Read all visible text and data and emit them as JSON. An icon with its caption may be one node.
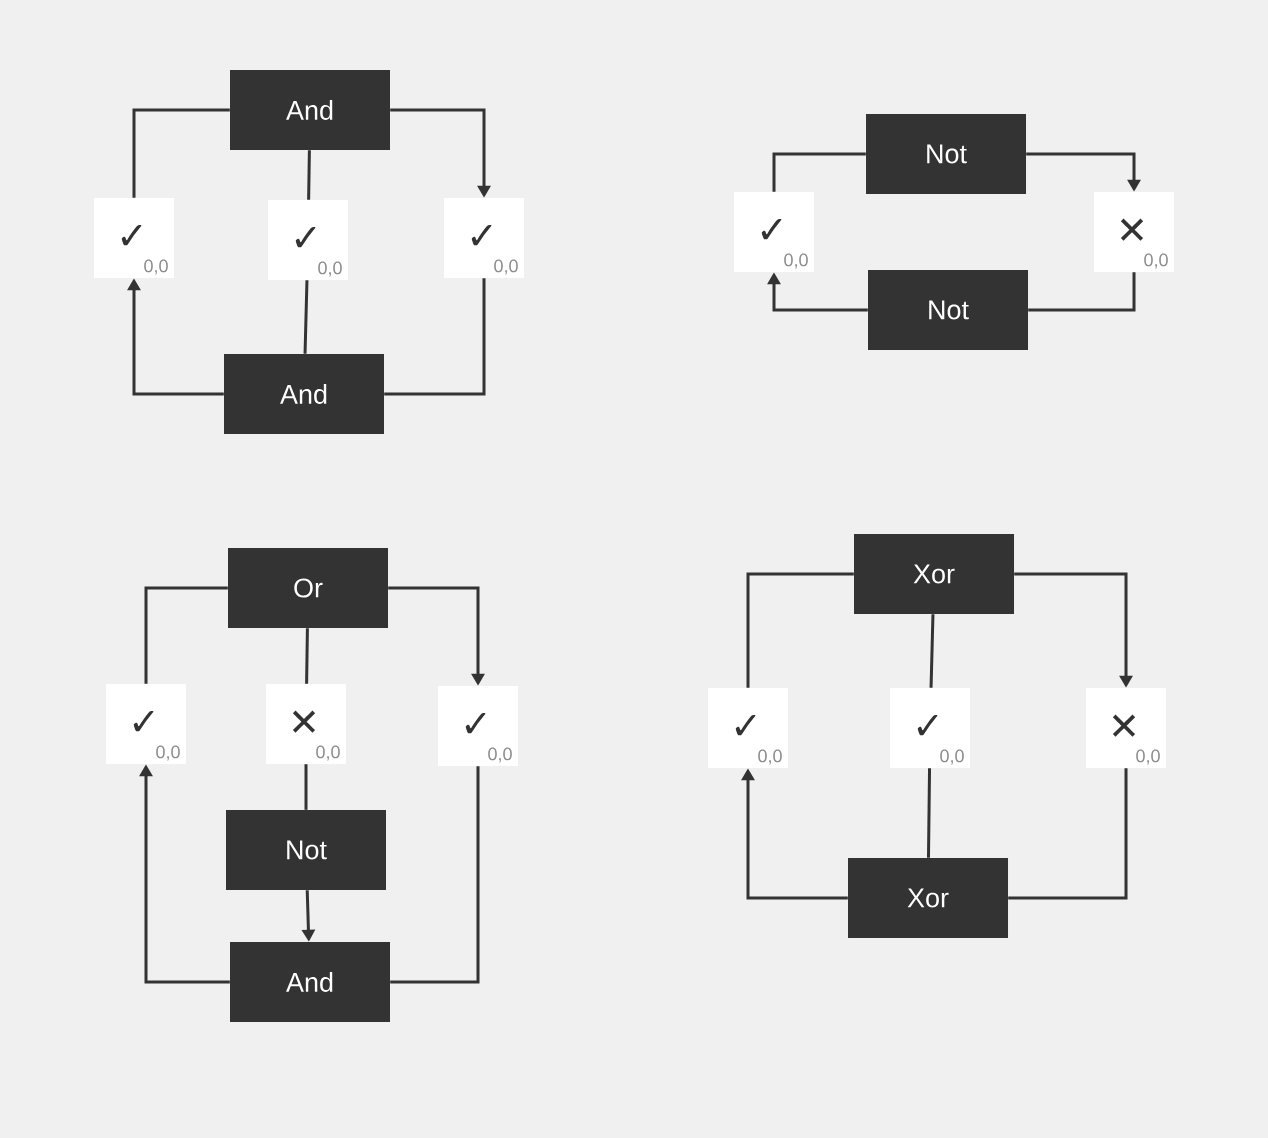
{
  "diagram": {
    "nodes": [
      {
        "text": [
          "And"
        ]
      },
      {
        "text": [
          "✓",
          "0,0"
        ]
      },
      {
        "text": [
          "✓",
          "0,0"
        ]
      },
      {
        "text": [
          "✓",
          "0,0"
        ]
      },
      {
        "text": [
          "And"
        ]
      },
      {
        "text": [
          "Not"
        ]
      },
      {
        "text": [
          "✓",
          "0,0"
        ]
      },
      {
        "text": [
          "✕",
          "0,0"
        ]
      },
      {
        "text": [
          "Not"
        ]
      },
      {
        "text": [
          "Or"
        ]
      },
      {
        "text": [
          "✓",
          "0,0"
        ]
      },
      {
        "text": [
          "✕",
          "0,0"
        ]
      },
      {
        "text": [
          "✓",
          "0,0"
        ]
      },
      {
        "text": [
          "Not"
        ]
      },
      {
        "text": [
          "And"
        ]
      },
      {
        "text": [
          "Xor"
        ]
      },
      {
        "text": [
          "✓",
          "0,0"
        ]
      },
      {
        "text": [
          "✓",
          "0,0"
        ]
      },
      {
        "text": [
          "✕",
          "0,0"
        ]
      },
      {
        "text": [
          "Xor"
        ]
      }
    ],
    "edges": [
      {
        "from": 0,
        "to": 1,
        "arrow": "none"
      },
      {
        "from": 0,
        "to": 2,
        "arrow": "none"
      },
      {
        "from": 0,
        "to": 3,
        "arrow": "to"
      },
      {
        "from": 4,
        "to": 1,
        "arrow": "to"
      },
      {
        "from": 4,
        "to": 2,
        "arrow": "none"
      },
      {
        "from": 4,
        "to": 3,
        "arrow": "none"
      },
      {
        "from": 5,
        "to": 6,
        "arrow": "none"
      },
      {
        "from": 5,
        "to": 7,
        "arrow": "to"
      },
      {
        "from": 8,
        "to": 6,
        "arrow": "to"
      },
      {
        "from": 8,
        "to": 7,
        "arrow": "none"
      },
      {
        "from": 9,
        "to": 10,
        "arrow": "none"
      },
      {
        "from": 9,
        "to": 11,
        "arrow": "none"
      },
      {
        "from": 9,
        "to": 12,
        "arrow": "to"
      },
      {
        "from": 11,
        "to": 13,
        "arrow": "none"
      },
      {
        "from": 13,
        "to": 14,
        "arrow": "to"
      },
      {
        "from": 14,
        "to": 10,
        "arrow": "to"
      },
      {
        "from": 14,
        "to": 12,
        "arrow": "none"
      },
      {
        "from": 15,
        "to": 16,
        "arrow": "none"
      },
      {
        "from": 15,
        "to": 17,
        "arrow": "none"
      },
      {
        "from": 15,
        "to": 18,
        "arrow": "to"
      },
      {
        "from": 19,
        "to": 16,
        "arrow": "to"
      },
      {
        "from": 19,
        "to": 17,
        "arrow": "none"
      },
      {
        "from": 19,
        "to": 18,
        "arrow": "none"
      }
    ]
  }
}
